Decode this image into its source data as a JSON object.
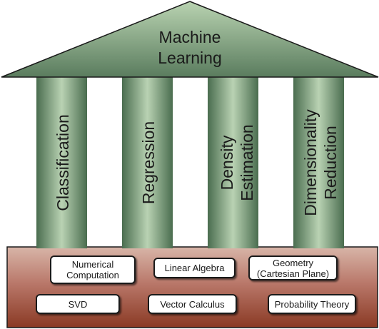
{
  "roof": {
    "line1": "Machine",
    "line2": "Learning"
  },
  "pillars": [
    {
      "lines": [
        "Classification"
      ]
    },
    {
      "lines": [
        "Regression"
      ]
    },
    {
      "lines": [
        "Density",
        "Estimation"
      ]
    },
    {
      "lines": [
        "Dimensionality",
        "Reduction"
      ]
    }
  ],
  "foundation": {
    "row1": {
      "numerical_computation": [
        "Numerical",
        "Computation"
      ],
      "linear_algebra": "Linear Algebra",
      "geometry": [
        "Geometry",
        "(Cartesian Plane)"
      ]
    },
    "row2": {
      "svd": "SVD",
      "vector_calculus": "Vector Calculus",
      "probability_theory": "Probability Theory"
    }
  },
  "colors": {
    "roof_top": "#aecaa6",
    "roof_bottom": "#56785a",
    "pillar_edge": "#4a6d4f",
    "pillar_center": "#b9d2b3",
    "base_top": "#d6b1a4",
    "base_bottom": "#8e3a24",
    "outline": "#1a1a1a"
  }
}
